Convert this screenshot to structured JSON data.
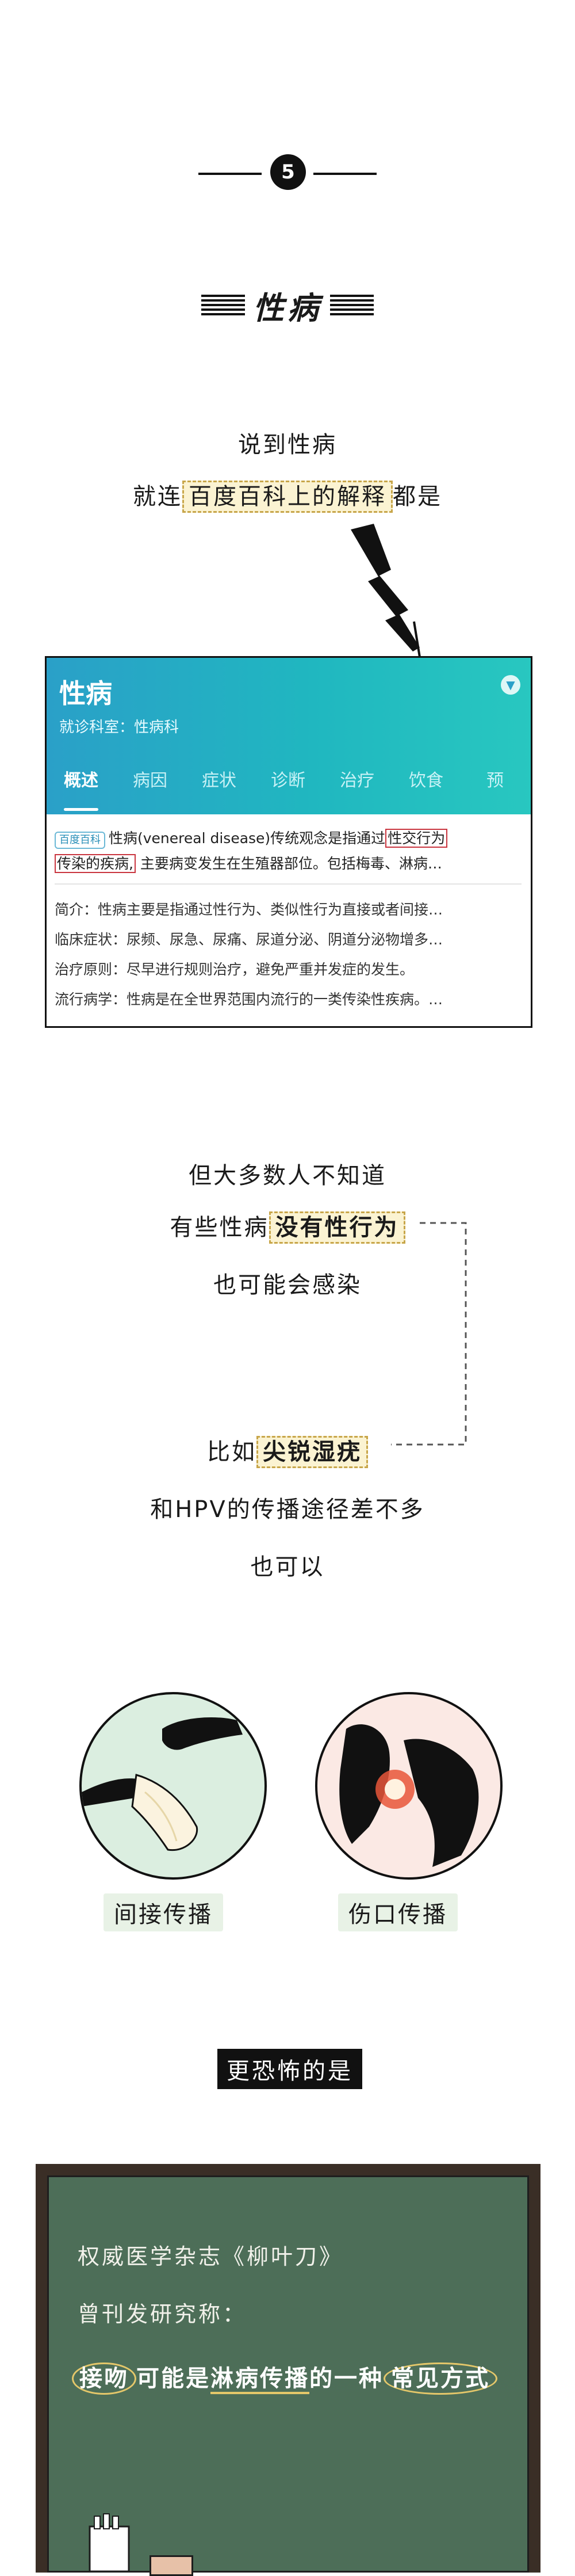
{
  "section": {
    "number": "5",
    "title": "性病"
  },
  "intro": {
    "line1": "说到性病",
    "line2_pre": "就连",
    "line2_box": "百度百科上的解释",
    "line2_post": "都是"
  },
  "card": {
    "title": "性病",
    "subtitle": "就诊科室：性病科",
    "tabs": [
      "概述",
      "病因",
      "症状",
      "诊断",
      "治疗",
      "饮食",
      "预"
    ],
    "badge": "百度百科",
    "summary_a": "性病(venereal disease)传统观念是指通过",
    "summary_box1": "性交行为",
    "summary_box2": "传染的疾病,",
    "summary_b": "主要病变发生在生殖器部位。包括梅毒、淋病…",
    "rows": [
      "简介：性病主要是指通过性行为、类似性行为直接或者间接…",
      "临床症状：尿频、尿急、尿痛、尿道分泌、阴道分泌物增多…",
      "治疗原则：尽早进行规则治疗，避免严重并发症的发生。",
      "流行病学：性病是在全世界范围内流行的一类传染性疾病。…"
    ],
    "colors": {
      "accent": "#20b7c0",
      "highlight_border": "#c9353f"
    }
  },
  "middle": {
    "line1": "但大多数人不知道",
    "line2_pre": "有些性病",
    "line2_hl": "没有性行为",
    "line3": "也可能会感染",
    "line4_pre": "比如",
    "line4_hl": "尖锐湿疣",
    "line5": "和HPV的传播途径差不多",
    "line6": "也可以"
  },
  "illustrations": [
    {
      "icon": "towel-hands-icon",
      "caption": "间接传播"
    },
    {
      "icon": "wound-hands-icon",
      "caption": "伤口传播"
    }
  ],
  "tag": "更恐怖的是",
  "board": {
    "line1": "权威医学杂志《柳叶刀》",
    "line2": "曾刊发研究称：",
    "em_a": "接吻",
    "em_b": "可能是",
    "em_c": "淋病传播",
    "em_d": "的一种",
    "em_e": "常见方式"
  }
}
